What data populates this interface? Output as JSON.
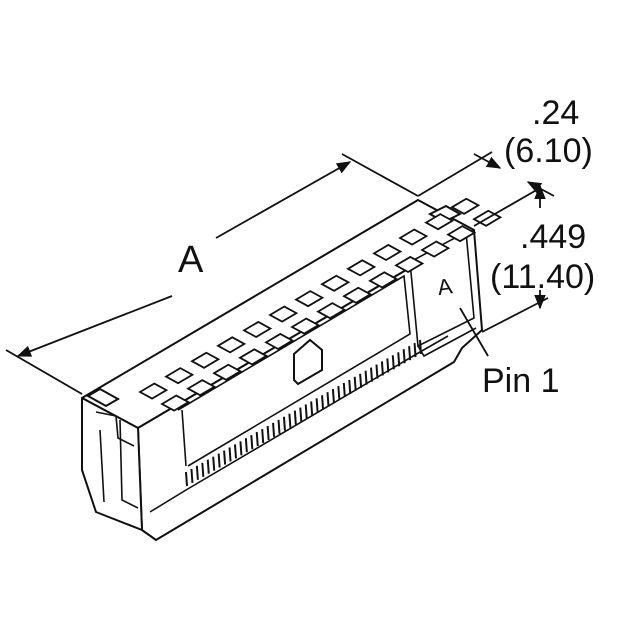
{
  "drawing": {
    "stroke_color": "#111111",
    "background": "#ffffff",
    "dimension_length_label": "A",
    "dimension_width_inch": ".24",
    "dimension_width_mm": "(6.10)",
    "dimension_height_inch": ".449",
    "dimension_height_mm": "(11.40)",
    "pin_label": "Pin 1",
    "polarization_mark": "A",
    "contact_rows": 2,
    "contacts_per_row": 13
  }
}
